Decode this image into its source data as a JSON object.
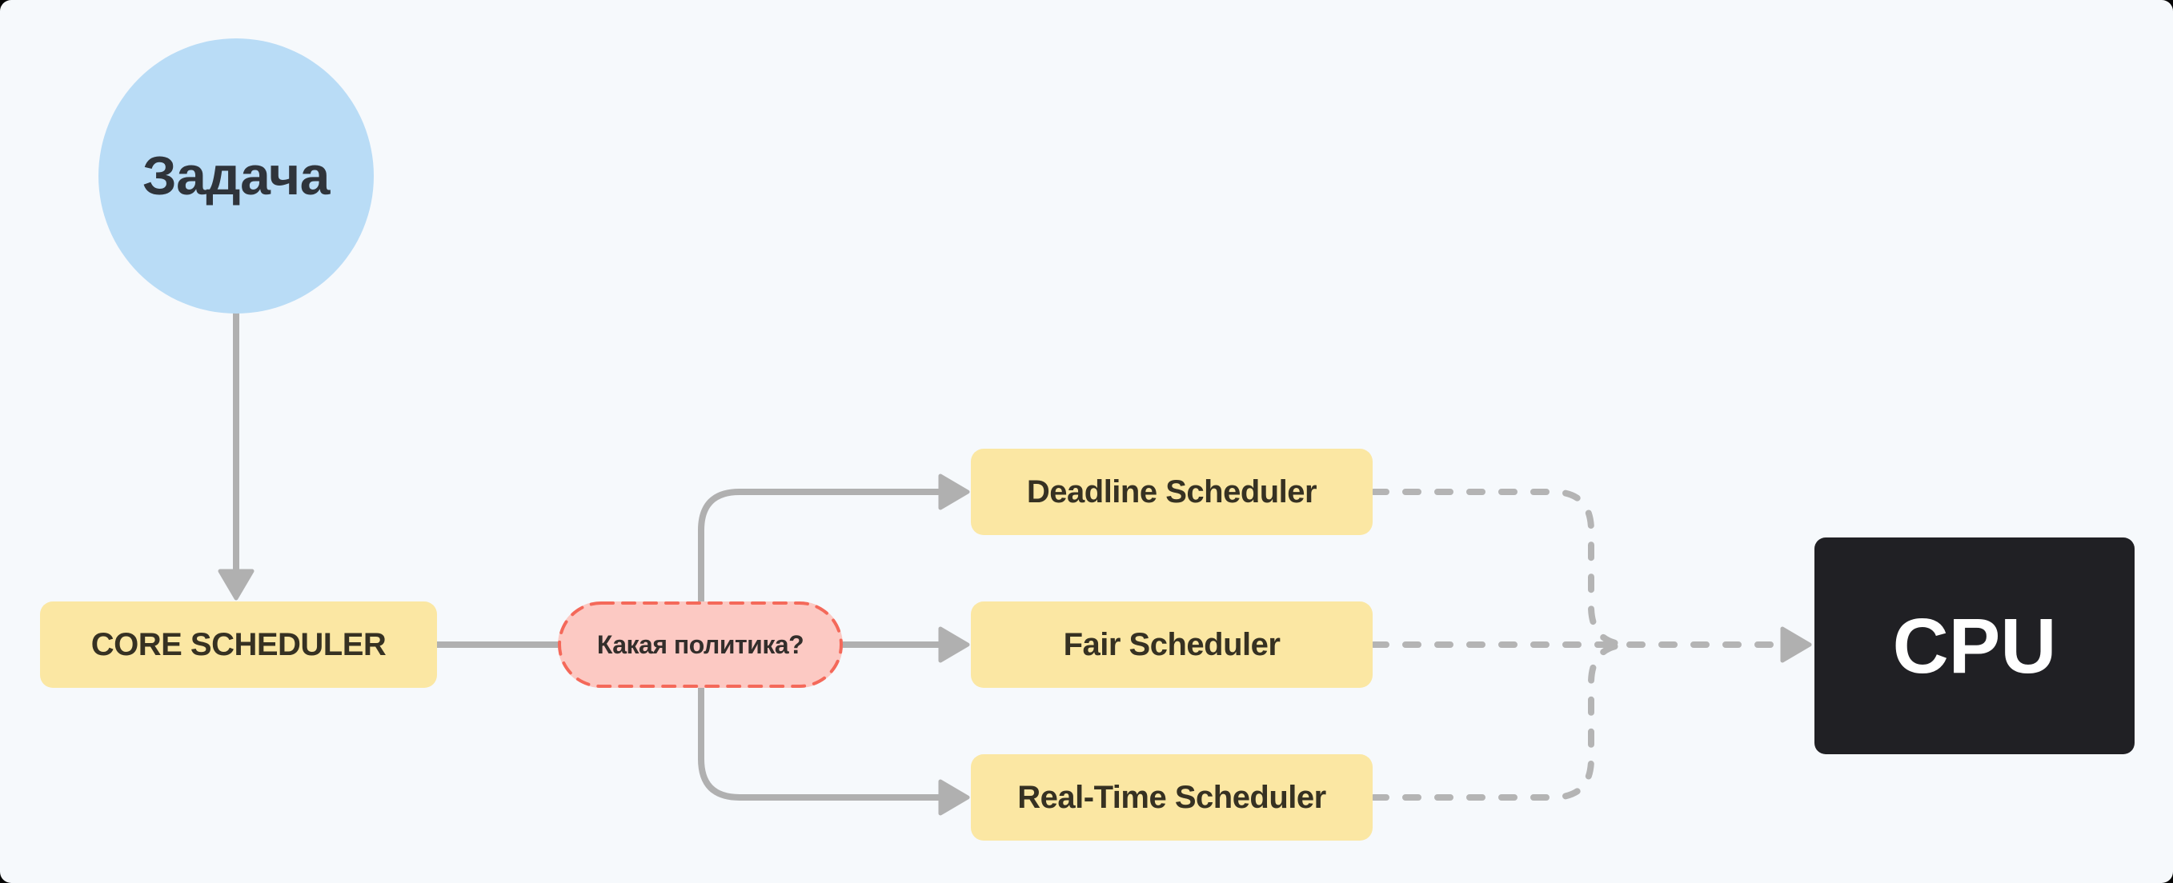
{
  "palette": {
    "page_background": "#060606",
    "canvas_background": "#F6F9FC",
    "task_fill": "#B9DCF6",
    "scheduler_fill": "#FBE7A3",
    "policy_fill": "#FCC9C3",
    "policy_border": "#F4695A",
    "cpu_fill": "#202024",
    "connector_gray": "#B0B0B0",
    "text_dark": "#363122",
    "text_on_task": "#2F343B",
    "text_on_cpu": "#FFFFFF"
  },
  "nodes": {
    "task": {
      "label": "Задача"
    },
    "core": {
      "label": "CORE SCHEDULER"
    },
    "policy": {
      "label": "Какая политика?"
    },
    "deadline": {
      "label": "Deadline Scheduler"
    },
    "fair": {
      "label": "Fair Scheduler"
    },
    "realtime": {
      "label": "Real-Time Scheduler"
    },
    "cpu": {
      "label": "CPU"
    }
  },
  "edges": [
    {
      "from": "task",
      "to": "core",
      "style": "solid",
      "arrow": true
    },
    {
      "from": "core",
      "to": "policy",
      "style": "solid",
      "arrow": false
    },
    {
      "from": "policy",
      "to": "deadline",
      "style": "solid",
      "arrow": true
    },
    {
      "from": "policy",
      "to": "fair",
      "style": "solid",
      "arrow": true
    },
    {
      "from": "policy",
      "to": "realtime",
      "style": "solid",
      "arrow": true
    },
    {
      "from": "deadline",
      "to": "cpu",
      "style": "dashed",
      "arrow": false
    },
    {
      "from": "fair",
      "to": "cpu",
      "style": "dashed",
      "arrow": true
    },
    {
      "from": "realtime",
      "to": "cpu",
      "style": "dashed",
      "arrow": false
    }
  ]
}
